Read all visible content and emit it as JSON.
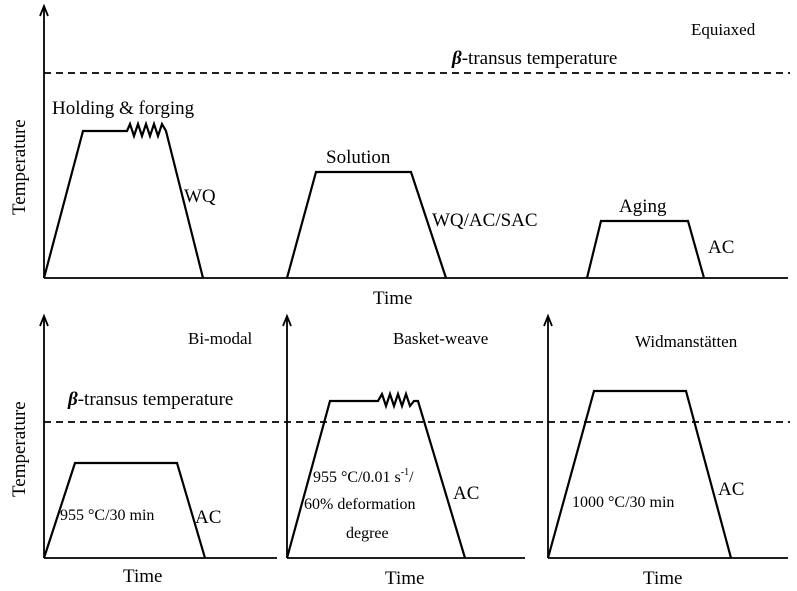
{
  "top_panel": {
    "title": "Equiaxed",
    "beta_symbol": "β",
    "beta_label": "-transus temperature",
    "ylabel": "Temperature",
    "xlabel": "Time",
    "stages": {
      "holding": "Holding & forging",
      "wq": "WQ",
      "solution": "Solution",
      "wq_ac_sac": "WQ/AC/SAC",
      "aging": "Aging",
      "ac": "AC"
    }
  },
  "bottom_panels": {
    "ylabel": "Temperature",
    "beta_symbol": "β",
    "beta_label": "-transus temperature",
    "bimodal": {
      "title": "Bi-modal",
      "condition": "955 °C/30 min",
      "cooling": "AC",
      "xlabel": "Time"
    },
    "basket": {
      "title": "Basket-weave",
      "condition_line1_main": "955 °C/0.01 s",
      "condition_line1_sup": "-1",
      "condition_line1_end": "/",
      "condition_line2": "60% deformation",
      "condition_line3": "degree",
      "cooling": "AC",
      "xlabel": "Time"
    },
    "widman": {
      "title": "Widmanstätten",
      "condition": "1000 °C/30 min",
      "cooling": "AC",
      "xlabel": "Time"
    }
  }
}
